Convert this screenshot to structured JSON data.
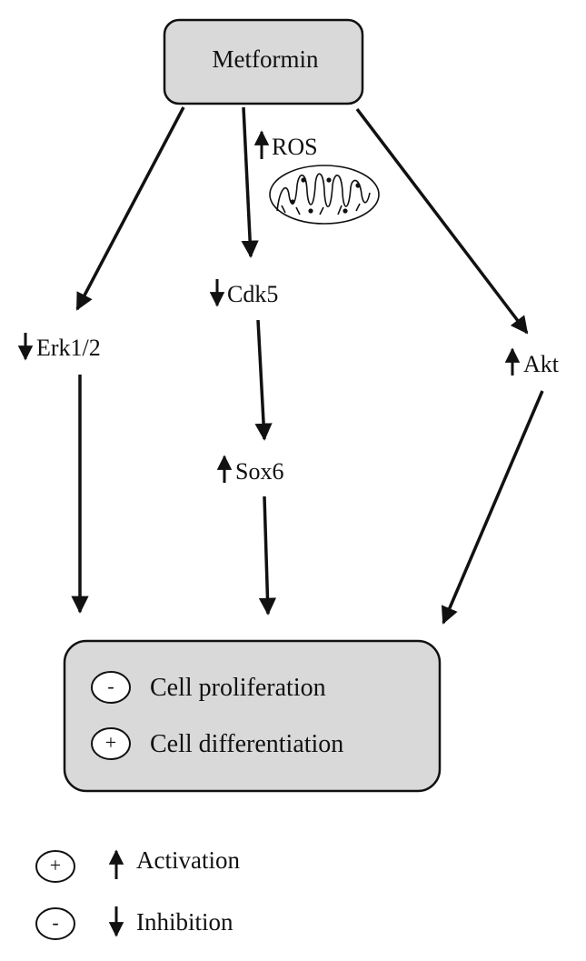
{
  "source": {
    "label": "Metformin"
  },
  "pathway": {
    "ros": "ROS",
    "cdk5": "Cdk5",
    "erk": "Erk1/2",
    "akt": "Akt",
    "sox6": "Sox6"
  },
  "outcome": {
    "proliferation": {
      "sign": "-",
      "label": "Cell proliferation"
    },
    "differentiation": {
      "sign": "+",
      "label": "Cell differentiation"
    }
  },
  "legend": {
    "activation": {
      "sign": "+",
      "label": "Activation"
    },
    "inhibition": {
      "sign": "-",
      "label": "Inhibition"
    }
  },
  "colors": {
    "box_fill": "#d9d9d9",
    "stroke": "#111111"
  }
}
